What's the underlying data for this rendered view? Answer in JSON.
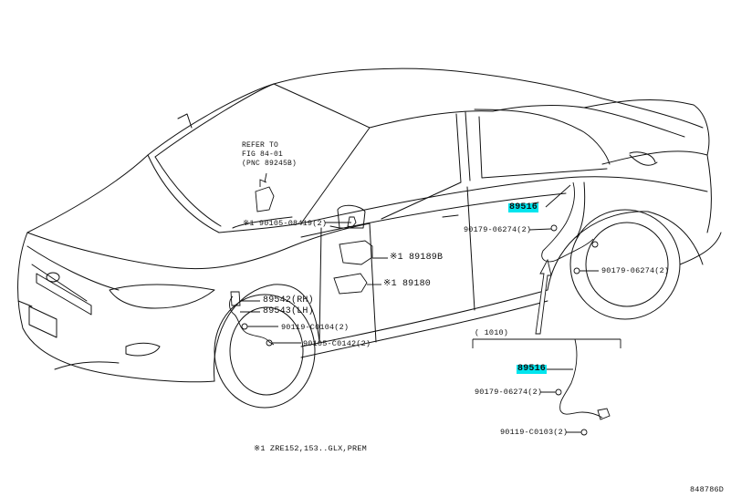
{
  "refer": {
    "line1": "REFER TO",
    "line2": "FIG 84-01",
    "line3": "(PNC 89245B)"
  },
  "labels": {
    "bolt_08419": "※1 90105-08419(2)",
    "part_89189B": "※1 89189B",
    "part_89180": "※1 89180",
    "part_89542": "89542(RH)",
    "part_89543": "89543(LH)",
    "clip_c0104": "90119-C0104(2)",
    "clip_c0142": "90105-C0142(2)",
    "sensor_top": "89516",
    "clip_06274_a": "90179-06274(2)",
    "clip_06274_b": "90179-06274(2)",
    "kit_qty": "(      1010)",
    "sensor_kit": "89516",
    "clip_06274_c": "90179-06274(2)",
    "clip_c0103": "90119-C0103(2)"
  },
  "footnote": "※1 ZRE152,153..GLX,PREM",
  "figure_code": "848786D",
  "highlight_color": "#00e5ee"
}
